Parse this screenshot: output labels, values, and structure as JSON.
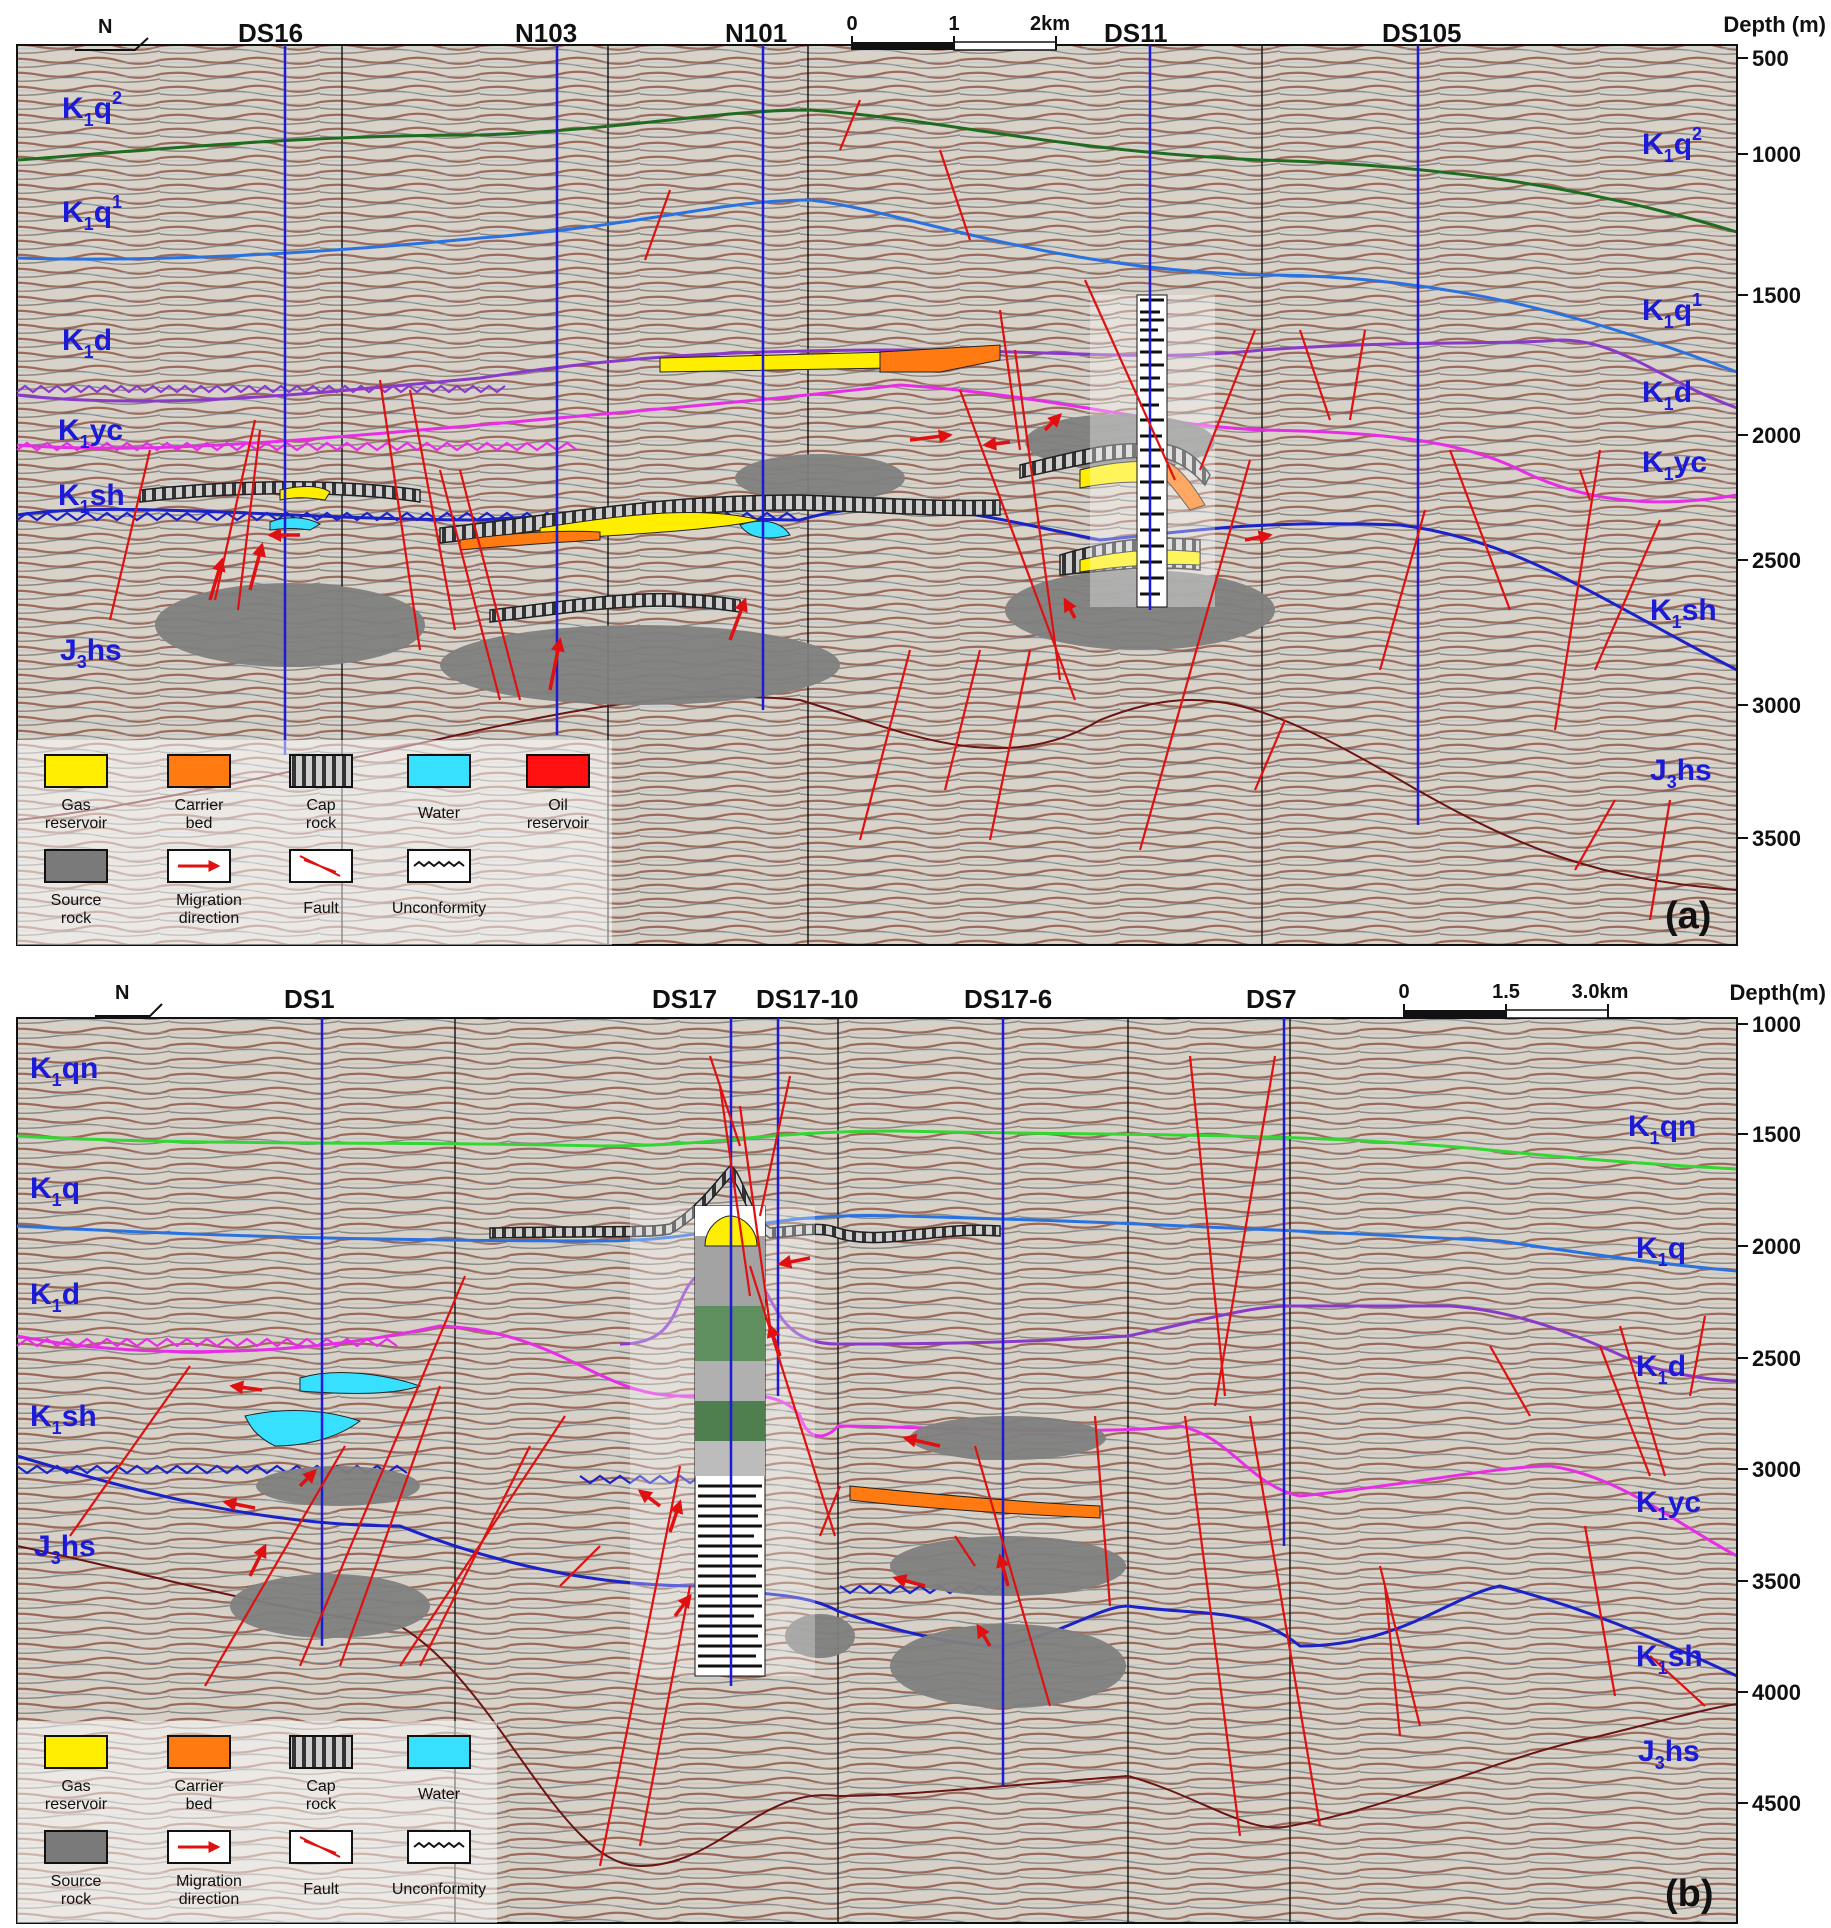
{
  "panel_a": {
    "panel_label": "(a)",
    "north_label": "N",
    "wells": [
      "DS16",
      "N103",
      "N101",
      "DS11",
      "DS105"
    ],
    "scale": {
      "zero": "0",
      "mid": "1",
      "end": "2km"
    },
    "depth_title": "Depth (m)",
    "depth_ticks": [
      "500",
      "1000",
      "1500",
      "2000",
      "2500",
      "3000",
      "3500"
    ],
    "formations_left": [
      {
        "base": "K",
        "sub": "1",
        "rest": "q",
        "sup": "2"
      },
      {
        "base": "K",
        "sub": "1",
        "rest": "q",
        "sup": "1"
      },
      {
        "base": "K",
        "sub": "1",
        "rest": "d",
        "sup": ""
      },
      {
        "base": "K",
        "sub": "1",
        "rest": "yc",
        "sup": ""
      },
      {
        "base": "K",
        "sub": "1",
        "rest": "sh",
        "sup": ""
      },
      {
        "base": "J",
        "sub": "3",
        "rest": "hs",
        "sup": ""
      }
    ],
    "formations_right": [
      {
        "base": "K",
        "sub": "1",
        "rest": "q",
        "sup": "2"
      },
      {
        "base": "K",
        "sub": "1",
        "rest": "q",
        "sup": "1"
      },
      {
        "base": "K",
        "sub": "1",
        "rest": "d",
        "sup": ""
      },
      {
        "base": "K",
        "sub": "1",
        "rest": "yc",
        "sup": ""
      },
      {
        "base": "K",
        "sub": "1",
        "rest": "sh",
        "sup": ""
      },
      {
        "base": "J",
        "sub": "3",
        "rest": "hs",
        "sup": ""
      }
    ]
  },
  "panel_b": {
    "panel_label": "(b)",
    "north_label": "N",
    "wells": [
      "DS1",
      "DS17",
      "DS17-10",
      "DS17-6",
      "DS7"
    ],
    "scale": {
      "zero": "0",
      "mid": "1.5",
      "end": "3.0km"
    },
    "depth_title": "Depth(m)",
    "depth_ticks": [
      "1000",
      "1500",
      "2000",
      "2500",
      "3000",
      "3500",
      "4000",
      "4500"
    ],
    "formations_left": [
      {
        "base": "K",
        "sub": "1",
        "rest": "qn",
        "sup": ""
      },
      {
        "base": "K",
        "sub": "1",
        "rest": "q",
        "sup": ""
      },
      {
        "base": "K",
        "sub": "1",
        "rest": "d",
        "sup": ""
      },
      {
        "base": "K",
        "sub": "1",
        "rest": "sh",
        "sup": ""
      },
      {
        "base": "J",
        "sub": "3",
        "rest": "hs",
        "sup": ""
      }
    ],
    "formations_right": [
      {
        "base": "K",
        "sub": "1",
        "rest": "qn",
        "sup": ""
      },
      {
        "base": "K",
        "sub": "1",
        "rest": "q",
        "sup": ""
      },
      {
        "base": "K",
        "sub": "1",
        "rest": "d",
        "sup": ""
      },
      {
        "base": "K",
        "sub": "1",
        "rest": "yc",
        "sup": ""
      },
      {
        "base": "K",
        "sub": "1",
        "rest": "sh",
        "sup": ""
      },
      {
        "base": "J",
        "sub": "3",
        "rest": "hs",
        "sup": ""
      }
    ]
  },
  "legend": [
    {
      "key": "gas",
      "lines": [
        "Gas",
        "reservoir"
      ],
      "color": "#ffee00"
    },
    {
      "key": "carrier",
      "lines": [
        "Carrier",
        "bed"
      ],
      "color": "#ff7a10"
    },
    {
      "key": "cap",
      "lines": [
        "Cap",
        "rock"
      ],
      "color": "#555555"
    },
    {
      "key": "water",
      "lines": [
        "Water"
      ],
      "color": "#38e0ff"
    },
    {
      "key": "oil",
      "lines": [
        "Oil",
        "reservoir"
      ],
      "color": "#ff1010"
    },
    {
      "key": "source",
      "lines": [
        "Source",
        "rock"
      ],
      "color": "#7a7a7a"
    },
    {
      "key": "migration",
      "lines": [
        "Migration",
        "direction"
      ],
      "color": "#ff1010"
    },
    {
      "key": "fault",
      "lines": [
        "Fault"
      ],
      "color": "#e01010"
    },
    {
      "key": "unconformity",
      "lines": [
        "Unconformity"
      ],
      "color": "#111111"
    }
  ],
  "colors": {
    "horizon_q2": "#1f6b1f",
    "horizon_q1": "#2a72e0",
    "horizon_d": "#8a3ac8",
    "horizon_yc": "#e62ee6",
    "horizon_sh": "#1a22c8",
    "horizon_j": "#6a1414",
    "fault": "#e01010",
    "well": "#1a1ad8",
    "gas": "#ffee00",
    "carrier": "#ff7a10",
    "water": "#38e0ff",
    "source": "#808080"
  }
}
